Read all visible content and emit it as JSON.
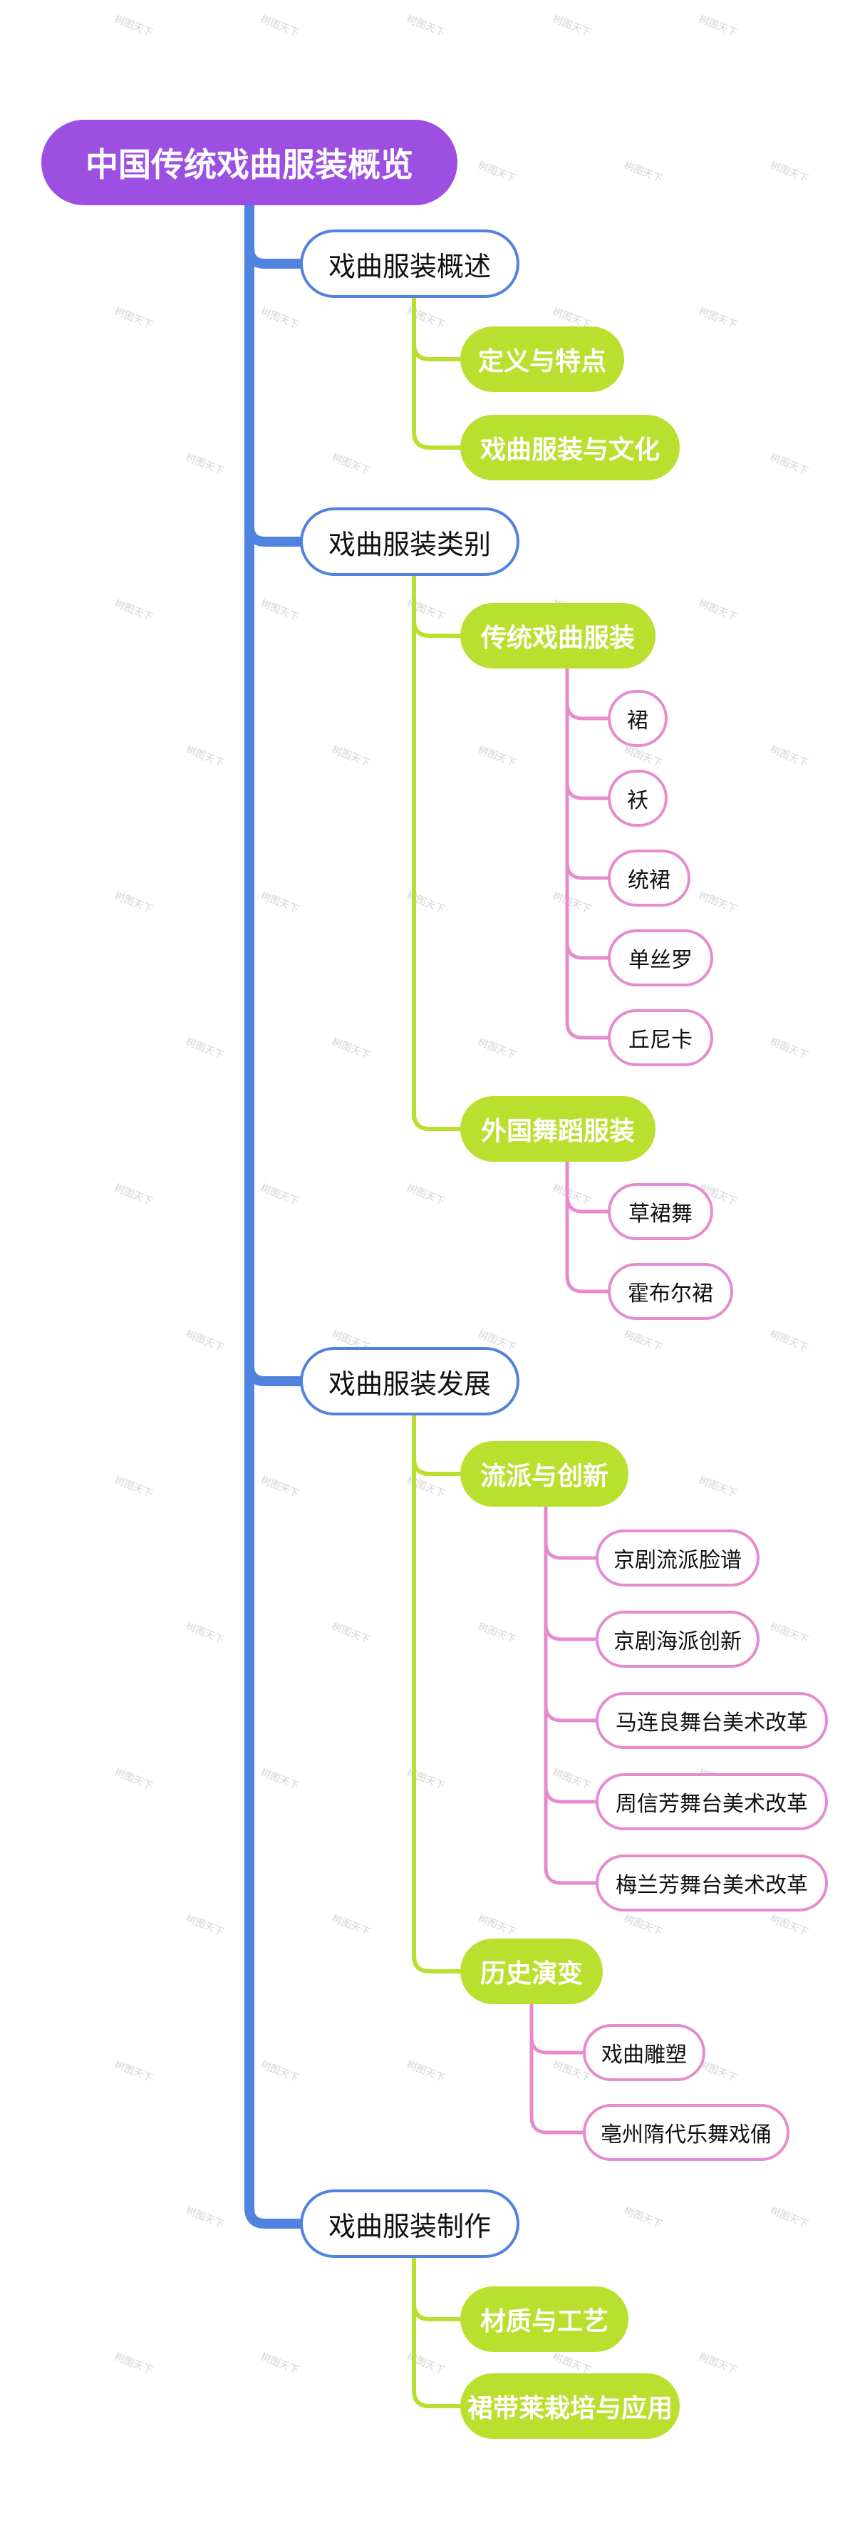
{
  "colors": {
    "root_fill": "#9c4fe0",
    "level1_stroke": "#5082e0",
    "level2_fill": "#b9e02e",
    "level3_stroke": "#e58bce",
    "background": "#ffffff"
  },
  "watermark": "树图天下",
  "mindmap": {
    "root": "中国传统戏曲服装概览",
    "branches": [
      {
        "label": "戏曲服装概述",
        "children": [
          {
            "label": "定义与特点",
            "children": []
          },
          {
            "label": "戏曲服装与文化",
            "children": []
          }
        ]
      },
      {
        "label": "戏曲服装类别",
        "children": [
          {
            "label": "传统戏曲服装",
            "children": [
              "裙",
              "袄",
              "统裙",
              "单丝罗",
              "丘尼卡"
            ]
          },
          {
            "label": "外国舞蹈服装",
            "children": [
              "草裙舞",
              "霍布尔裙"
            ]
          }
        ]
      },
      {
        "label": "戏曲服装发展",
        "children": [
          {
            "label": "流派与创新",
            "children": [
              "京剧流派脸谱",
              "京剧海派创新",
              "马连良舞台美术改革",
              "周信芳舞台美术改革",
              "梅兰芳舞台美术改革"
            ]
          },
          {
            "label": "历史演变",
            "children": [
              "戏曲雕塑",
              "亳州隋代乐舞戏俑"
            ]
          }
        ]
      },
      {
        "label": "戏曲服装制作",
        "children": [
          {
            "label": "材质与工艺",
            "children": []
          },
          {
            "label": "裙带莱栽培与应用",
            "children": []
          }
        ]
      }
    ]
  }
}
